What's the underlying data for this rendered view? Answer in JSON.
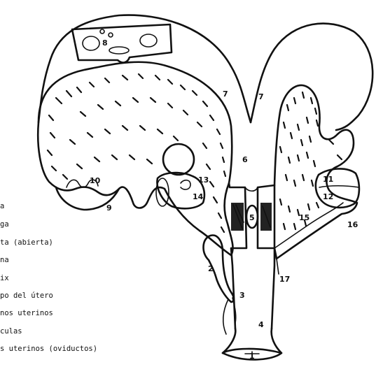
{
  "diagram": {
    "callouts": [
      {
        "id": "c1",
        "label": "1"
      },
      {
        "id": "c2",
        "label": "2"
      },
      {
        "id": "c3",
        "label": "3"
      },
      {
        "id": "c4",
        "label": "4"
      },
      {
        "id": "c5",
        "label": "5"
      },
      {
        "id": "c6",
        "label": "6"
      },
      {
        "id": "c7a",
        "label": "7"
      },
      {
        "id": "c7b",
        "label": "7"
      },
      {
        "id": "c8",
        "label": "8"
      },
      {
        "id": "c9",
        "label": "9"
      },
      {
        "id": "c10",
        "label": "10"
      },
      {
        "id": "c11",
        "label": "11"
      },
      {
        "id": "c12",
        "label": "12"
      },
      {
        "id": "c13",
        "label": "13"
      },
      {
        "id": "c14",
        "label": "14"
      },
      {
        "id": "c15",
        "label": "15"
      },
      {
        "id": "c16",
        "label": "16"
      },
      {
        "id": "c17",
        "label": "17"
      }
    ],
    "legend": [
      "a",
      "ga",
      "ta (abierta)",
      "na",
      "ix",
      "po del útero",
      "nos uterinos",
      "culas",
      "s uterinos (oviductos)"
    ]
  }
}
